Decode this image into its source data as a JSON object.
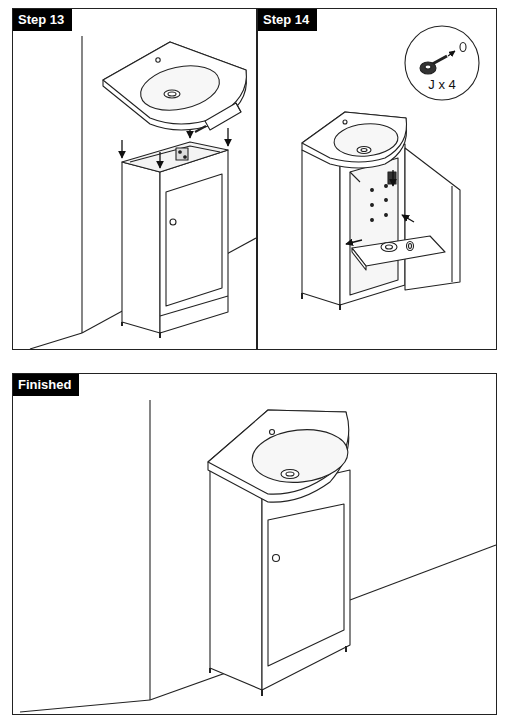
{
  "diagram": {
    "nodes": [
      {
        "text": [
          "Step 13"
        ]
      },
      {
        "text": [
          "Step 14"
        ]
      },
      {
        "text": [
          "J x 4"
        ],
        "in": 1
      },
      {
        "text": [
          "Finished"
        ]
      }
    ]
  }
}
